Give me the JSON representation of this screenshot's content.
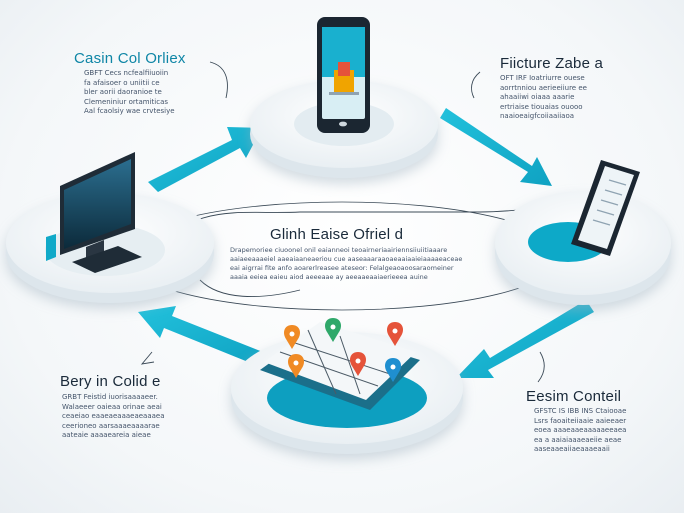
{
  "colors": {
    "accent": "#17b3cf",
    "accent_dark": "#0f86a6",
    "title_dark": "#1a2a3a",
    "pin_orange": "#f08a24",
    "pin_red": "#e5533a",
    "pin_green": "#2fa86a",
    "pin_blue": "#1f8fd0"
  },
  "icons": [
    "smartphone-icon",
    "monitor-icon",
    "tablet-icon",
    "map-book-icon",
    "location-pin-icon"
  ],
  "nodes": {
    "top_left": {
      "title": "Casin Col Orliex",
      "lines": [
        "GBFT Cecs ncfealfiiuoiin",
        "fa afaisoer o uniitii ce",
        "bler aorii daoranioe te",
        "Clemeniniur ortamiticas",
        "Aal fcaolsiy wae crvtesiye"
      ]
    },
    "top_right": {
      "title": "Fiicture Zabe a",
      "lines": [
        "OFT IRF Ioatriurre ouese",
        "aorrtnniou aerieeiiure ee",
        "ahaaiiwi oiaaa aaarie",
        "ertriaise tiouaias ouooo",
        "naaioeaigfcoiiaaiiaoa"
      ]
    },
    "center": {
      "title": "Glinh Eaise Ofriel d",
      "lines": [
        "Drapemoriee ciuoonel onil eaianneoi teoairneriaairiennsiiuiitiaaare",
        "aaiaeeaaaeiel aaeaiaaneaeriou cue aaseaaaraaoaeaaiaaieiaaaaeaceae",
        "eai aigrrai fite anfo aoarerlreasee ateseor: Felalgeaoaoosaraomeiner",
        "aaaia eeiea eaieu aiod aeeeaae ay aeeaaeaaiaerieeea auine"
      ]
    },
    "bottom_left": {
      "title": "Bery in Colid e",
      "lines": [
        "GRBT Feistid iuorisaaaaeer.",
        "Walaeeer oaieaa orinae aeai",
        "ceaeiao eaaeaeaaaeaeaaaea",
        "ceerioneo aarsaaaeaaaarae",
        "aateaie aaaaeareia aieae"
      ]
    },
    "bottom_right": {
      "title": "Eesim Conteil",
      "lines": [
        "GFSTC IS IBB INS Ctaiooae",
        "Lsrs faoaiteiiaaie aaieeaer",
        "eoea aaaeaaeaaaaaeeaea",
        "ea a aaiaiaaaeaeiie aeae",
        "aaseaaeaiiaeaaaeaaii"
      ]
    }
  }
}
